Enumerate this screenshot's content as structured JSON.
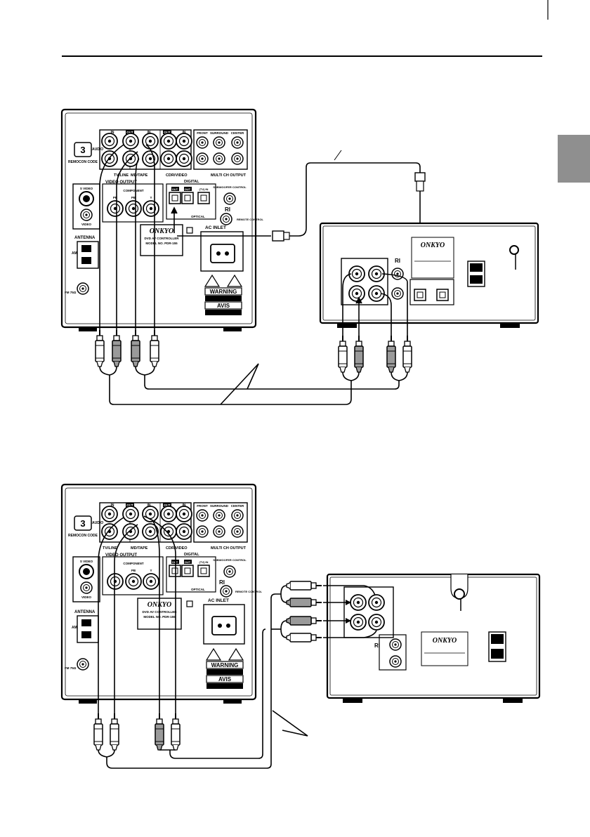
{
  "brand": "ONKYO",
  "unit": {
    "audio": "AUDIO",
    "in": "IN",
    "out": "OUT",
    "l": "L",
    "r": "R",
    "tv_line": "TV/LINE",
    "md_tape": "MD/TAPE",
    "cdr_video": "CDR/VIDEO",
    "front": "FRONT",
    "surround": "SURROUND",
    "center": "CENTER",
    "sub_woofer": "SUB WOOFER",
    "multi_ch_output": "MULTI CH OUTPUT",
    "video_output": "VIDEO OUTPUT",
    "s_video": "S VIDEO",
    "video": "VIDEO",
    "component": "COMPONENT",
    "pr": "PR",
    "pb": "PB",
    "y": "Y",
    "digital": "DIGITAL",
    "optical": "OPTICAL",
    "tv_in": "(TV) IN",
    "subwoofer_control": "SUBWOOFER CONTROL",
    "remote_control": "REMOTE CONTROL",
    "remote_mark": "RI",
    "ac_inlet": "AC INLET",
    "antenna": "ANTENNA",
    "am": "AM",
    "fm": "FM 75Ω",
    "remocon_code": "REMOCON CODE",
    "code_number": "3",
    "model_line1": "DVD AV CONTROLLER",
    "model_line2": "MODEL NO. PDR-155",
    "warning": "WARNING",
    "avis": "AVIS"
  }
}
